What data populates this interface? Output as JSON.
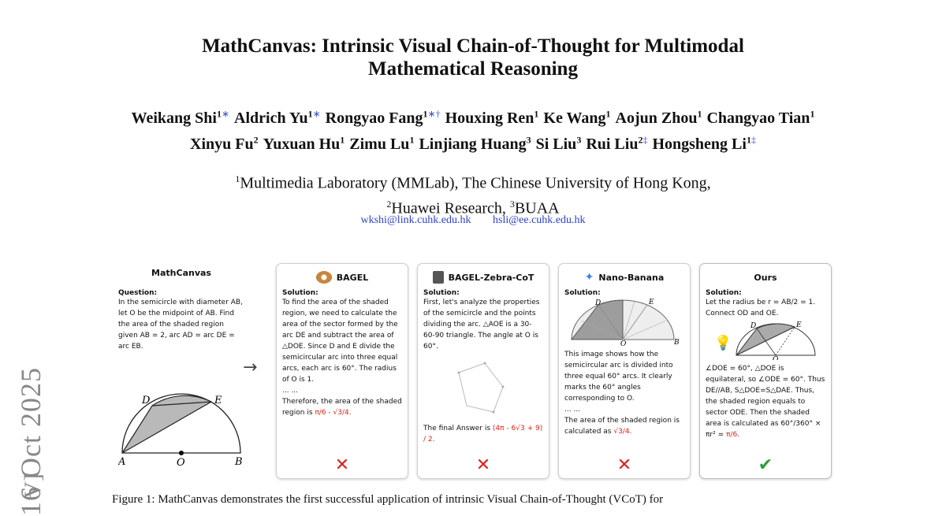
{
  "title": {
    "line1": "MathCanvas: Intrinsic Visual Chain-of-Thought for Multimodal",
    "line2": "Mathematical Reasoning"
  },
  "authors_line1": [
    {
      "name": "Weikang Shi",
      "sup": "1",
      "mark": "∗"
    },
    {
      "name": "Aldrich Yu",
      "sup": "1",
      "mark": "∗"
    },
    {
      "name": "Rongyao Fang",
      "sup": "1",
      "mark": "∗†"
    },
    {
      "name": "Houxing Ren",
      "sup": "1",
      "mark": ""
    },
    {
      "name": "Ke Wang",
      "sup": "1",
      "mark": ""
    },
    {
      "name": "Aojun Zhou",
      "sup": "1",
      "mark": ""
    },
    {
      "name": "Changyao Tian",
      "sup": "1",
      "mark": ""
    }
  ],
  "authors_line2": [
    {
      "name": "Xinyu Fu",
      "sup": "2",
      "mark": ""
    },
    {
      "name": "Yuxuan Hu",
      "sup": "1",
      "mark": ""
    },
    {
      "name": "Zimu Lu",
      "sup": "1",
      "mark": ""
    },
    {
      "name": "Linjiang Huang",
      "sup": "3",
      "mark": ""
    },
    {
      "name": "Si Liu",
      "sup": "3",
      "mark": ""
    },
    {
      "name": "Rui Liu",
      "sup": "2",
      "mark": "‡"
    },
    {
      "name": "Hongsheng Li",
      "sup": "1",
      "mark": "‡"
    }
  ],
  "affiliations": {
    "line1_sup": "1",
    "line1": "Multimedia Laboratory (MMLab), The Chinese University of Hong Kong,",
    "line2_sup_a": "2",
    "line2_a": "Huawei Research, ",
    "line2_sup_b": "3",
    "line2_b": "BUAA"
  },
  "emails": [
    "wkshi@link.cuhk.edu.hk",
    "hsli@ee.cuhk.edu.hk"
  ],
  "arxiv_stamp": "16 Oct 2025",
  "arxiv_stub": "V]",
  "figure": {
    "question_panel": {
      "title": "MathCanvas",
      "label": "Question:",
      "text": "In the semicircle with diameter AB, let O be the midpoint of AB. Find the area of the shaded region given AB = 2, arc AD = arc DE = arc EB.",
      "labels": {
        "A": "A",
        "B": "B",
        "D": "D",
        "E": "E",
        "O": "O"
      }
    },
    "arrow": "→",
    "cards": [
      {
        "name": "BAGEL",
        "icon": "bagel-icon",
        "sol": "Solution:",
        "text": "To find the area of the shaded region, we need to calculate the area of the sector formed by the arc DE and subtract the area of △DOE. Since D and E divide the semicircular arc into three equal arcs, each arc is 60°. The radius of O is 1.",
        "ellipsis": "... ...",
        "answer_prefix": "Therefore, the area of the shaded region is ",
        "answer": "π/6 - √3/4.",
        "verdict": "✕"
      },
      {
        "name": "BAGEL-Zebra-CoT",
        "icon": "zebra-icon",
        "sol": "Solution:",
        "text": "First, let's analyze the properties of the semicircle and the points dividing the arc. △AOE is a 30-60-90 triangle. The angle at O is 60°.",
        "answer_prefix": "The final Answer is ",
        "answer": "(4π - 6√3 + 9) / 2.",
        "verdict": "✕"
      },
      {
        "name": "Nano-Banana",
        "icon": "sparkle-icon",
        "sol": "Solution:",
        "text": "This image shows how the semicircular arc is divided into three equal 60° arcs. It clearly marks the 60° angles corresponding to O.",
        "ellipsis": "... ...",
        "answer_prefix": "The area of the shaded region is calculated as ",
        "answer": "√3/4.",
        "verdict": "✕"
      },
      {
        "name": "Ours",
        "icon": "",
        "sol": "Solution:",
        "text": "Let the radius be r = AB/2 = 1. Connect OD and OE.",
        "text2": "∠DOE = 60°, △DOE is equilateral, so ∠ODE = 60°. Thus DE//AB, S△DOE=S△DAE. Thus, the shaded region equals to sector ODE. Then the shaded area is calculated as 60°/360° × πr² = ",
        "answer": "π/6.",
        "verdict": "✔"
      }
    ]
  },
  "caption": {
    "label": "Figure 1:",
    "text": "MathCanvas demonstrates the first successful application of intrinsic Visual Chain-of-Thought (VCoT) for"
  }
}
